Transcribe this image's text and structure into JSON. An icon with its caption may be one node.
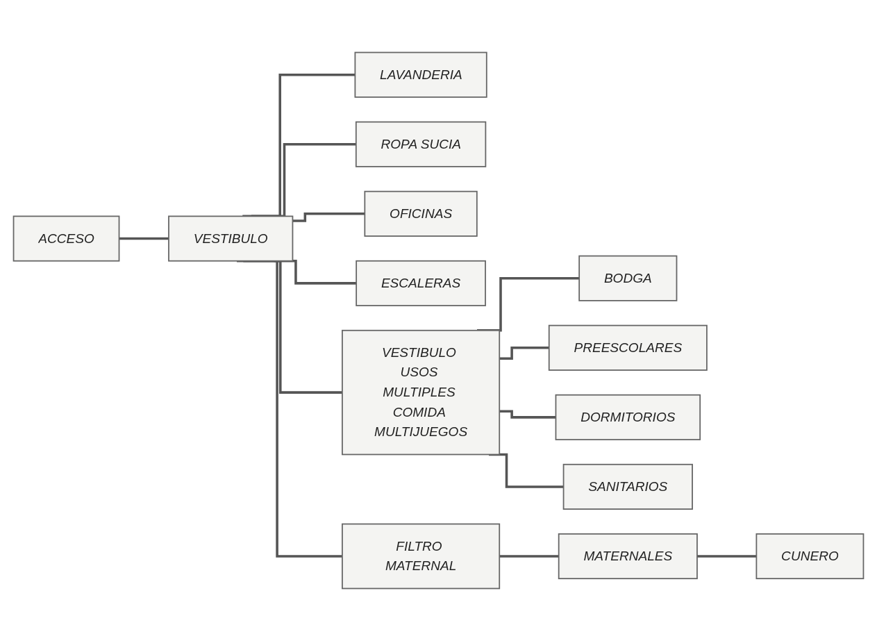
{
  "diagram": {
    "nodes": [
      {
        "text": [
          "LAVANDERIA"
        ]
      },
      {
        "text": [
          "ROPA SUCIA"
        ]
      },
      {
        "text": [
          "OFICINAS"
        ]
      },
      {
        "text": [
          "ESCALERAS"
        ]
      },
      {
        "text": [
          "BODGA"
        ]
      },
      {
        "text": [
          "ACCESO"
        ]
      },
      {
        "text": [
          "VESTIBULO"
        ]
      },
      {
        "text": [
          "VESTIBULO USOS MULTIPLES COMIDA MULTIJUEGOS"
        ]
      },
      {
        "text": [
          "PREESCOLARES"
        ]
      },
      {
        "text": [
          "FILTRO MATERNAL"
        ]
      },
      {
        "text": [
          "DORMITORIOS"
        ]
      },
      {
        "text": [
          "SANITARIOS"
        ]
      },
      {
        "text": [
          "MATERNALES"
        ]
      },
      {
        "text": [
          "CUNERO"
        ]
      }
    ],
    "edges": [
      {
        "from": 5,
        "to": 6,
        "arrow": "none"
      },
      {
        "from": 6,
        "to": 0,
        "arrow": "none"
      },
      {
        "from": 6,
        "to": 1,
        "arrow": "none"
      },
      {
        "from": 6,
        "to": 3,
        "arrow": "none"
      },
      {
        "from": 6,
        "to": 2,
        "arrow": "none"
      },
      {
        "from": 6,
        "to": 7,
        "arrow": "none"
      },
      {
        "from": 7,
        "to": 4,
        "arrow": "none"
      },
      {
        "from": 7,
        "to": 8,
        "arrow": "none"
      },
      {
        "from": 7,
        "to": 10,
        "arrow": "none"
      },
      {
        "from": 7,
        "to": 11,
        "arrow": "none"
      },
      {
        "from": 6,
        "to": 9,
        "arrow": "none"
      },
      {
        "from": 9,
        "to": 12,
        "arrow": "none"
      },
      {
        "from": 12,
        "to": 13,
        "arrow": "none"
      }
    ]
  }
}
